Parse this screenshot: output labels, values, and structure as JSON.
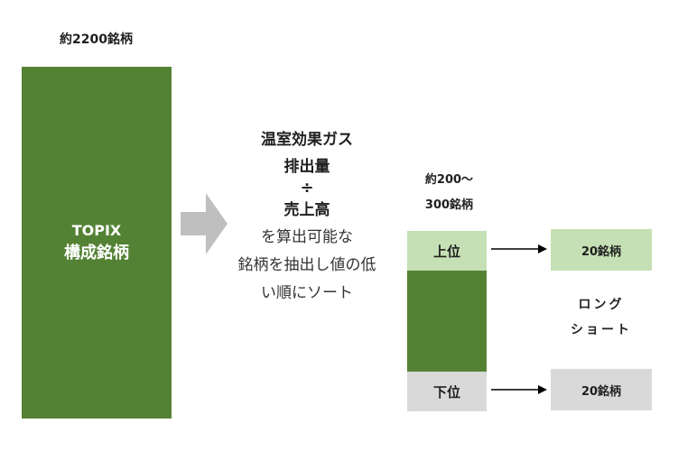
{
  "universe": {
    "count_label": "約2200銘柄",
    "line1": "TOPIX",
    "line2": "構成銘柄"
  },
  "formula": {
    "numerator": "温室効果ガス",
    "numerator2": "排出量",
    "divide_symbol": "÷",
    "denominator": "売上高",
    "desc_lines": [
      "を算出可能な",
      "銘柄を抽出し値の低",
      "い順にソート"
    ]
  },
  "selection": {
    "count_line1": "約200～",
    "count_line2": "300銘柄"
  },
  "ranks": {
    "upper": "上位",
    "lower": "下位"
  },
  "results": {
    "long_count": "20銘柄",
    "short_count": "20銘柄",
    "long_label": "ロング",
    "short_label": "ショート"
  },
  "colors": {
    "dark_green": "#548235",
    "light_green": "#c5e0b4",
    "gray": "#d9d9d9",
    "arrow_gray": "#bfbfbf"
  }
}
